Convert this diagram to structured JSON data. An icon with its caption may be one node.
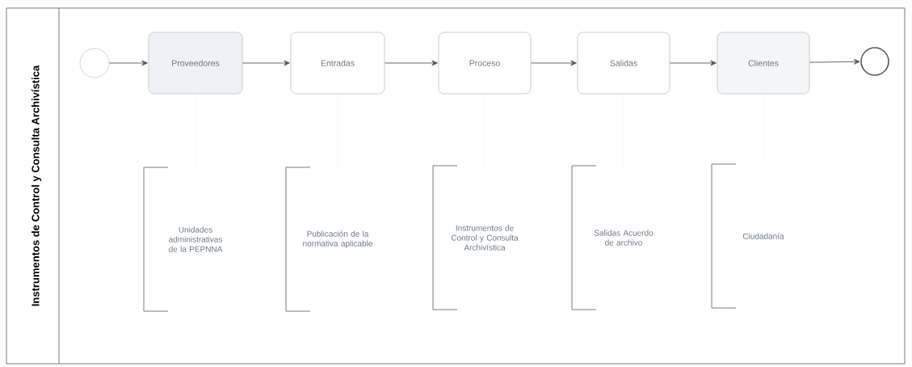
{
  "diagram": {
    "nodes": [
      {
        "text": [
          "Instrumentos de Control y Consulta Archivística"
        ]
      },
      {
        "text": [],
        "shape": "circle",
        "in": 0
      },
      {
        "text": [
          "Proveedores"
        ],
        "in": 0
      },
      {
        "text": [
          "Entradas"
        ],
        "in": 0
      },
      {
        "text": [
          "Proceso"
        ],
        "in": 0
      },
      {
        "text": [
          "Salidas"
        ],
        "in": 0
      },
      {
        "text": [
          "Clientes"
        ],
        "in": 0
      },
      {
        "text": [],
        "shape": "circle",
        "in": 0
      },
      {
        "text": [
          "Unidades administrativas de la PEPNNA"
        ],
        "in": 0
      },
      {
        "text": [
          "Publicación de la normativa aplicable"
        ],
        "in": 0
      },
      {
        "text": [
          "Instrumentos de Control y Consulta Archivística"
        ],
        "in": 0
      },
      {
        "text": [
          "Salidas Acuerdo de archivo"
        ],
        "in": 0
      },
      {
        "text": [
          "Ciudadanía"
        ],
        "in": 0
      }
    ],
    "edges": [
      {
        "from": 1,
        "to": 2,
        "arrow": "to"
      },
      {
        "from": 2,
        "to": 3,
        "arrow": "to"
      },
      {
        "from": 3,
        "to": 4,
        "arrow": "to"
      },
      {
        "from": 4,
        "to": 5,
        "arrow": "to"
      },
      {
        "from": 5,
        "to": 6,
        "arrow": "to"
      },
      {
        "from": 6,
        "to": 7,
        "arrow": "to"
      },
      {
        "from": 2,
        "to": 8,
        "arrow": "none",
        "style": "dashed",
        "color": "#c8ccd2"
      },
      {
        "from": 3,
        "to": 9,
        "arrow": "none",
        "style": "dashed",
        "color": "#c8ccd2"
      },
      {
        "from": 4,
        "to": 10,
        "arrow": "none",
        "style": "dashed",
        "color": "#c8ccd2"
      },
      {
        "from": 5,
        "to": 11,
        "arrow": "none",
        "style": "dashed",
        "color": "#c8ccd2"
      },
      {
        "from": 6,
        "to": 12,
        "arrow": "none",
        "style": "dashed",
        "color": "#c8ccd2"
      }
    ]
  }
}
